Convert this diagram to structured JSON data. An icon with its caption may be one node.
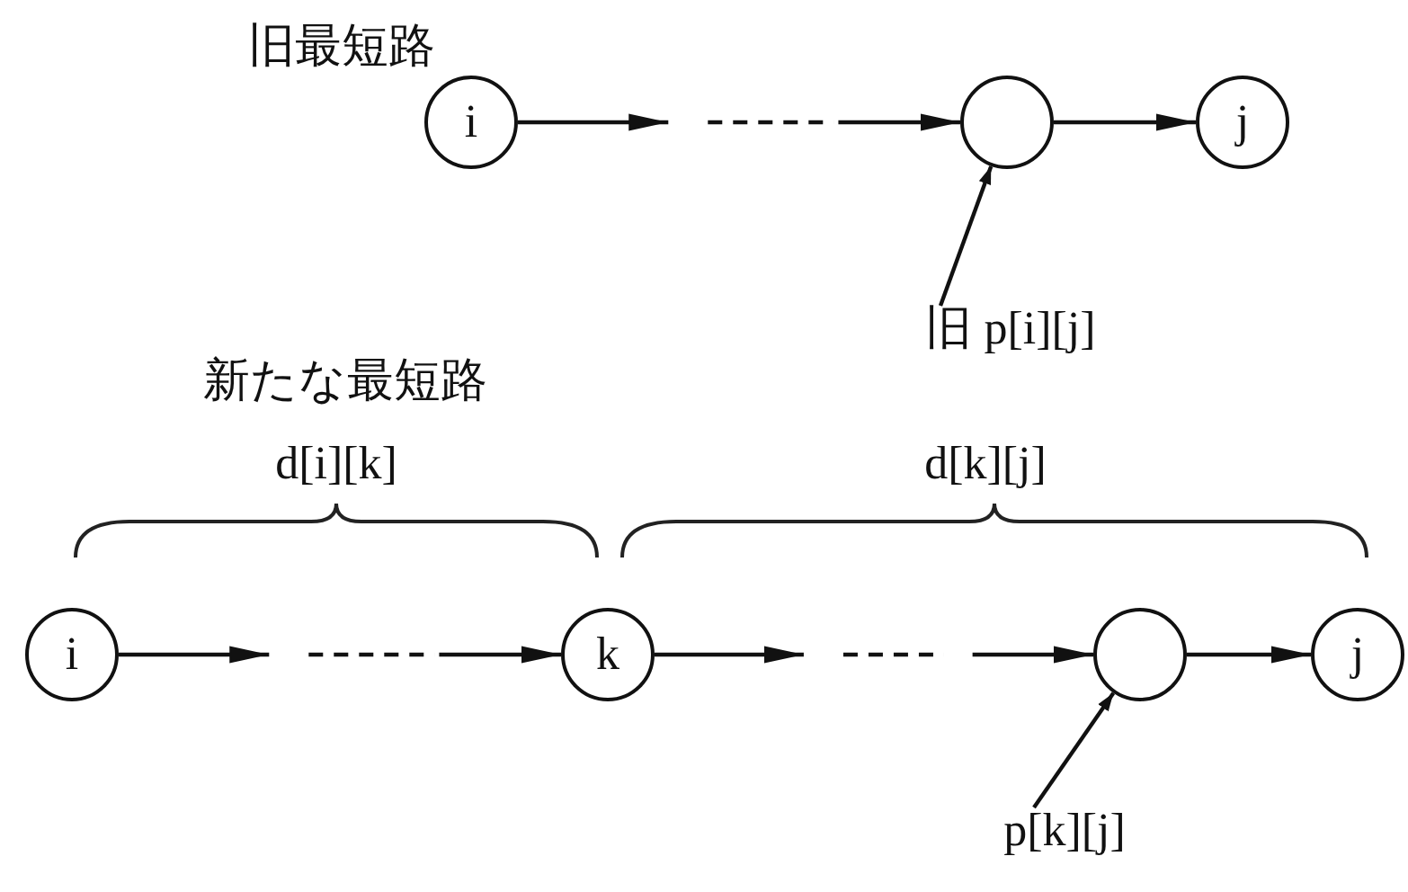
{
  "diagram": {
    "nodes": [
      {
        "text": [
          "i"
        ]
      },
      {
        "text": [],
        "shape": "circle"
      },
      {
        "text": [
          "j"
        ]
      },
      {
        "text": [
          "旧 p[i][j]"
        ]
      },
      {
        "text": [
          "i"
        ]
      },
      {
        "text": [
          "k"
        ]
      },
      {
        "text": [],
        "shape": "circle"
      },
      {
        "text": [
          "j"
        ]
      },
      {
        "text": [
          "p[k][j]"
        ]
      }
    ],
    "edges": [
      {
        "from": 0,
        "to": 1,
        "arrow": "to",
        "style": "dashed"
      },
      {
        "from": 1,
        "to": 2,
        "arrow": "to"
      },
      {
        "from": 3,
        "to": 1,
        "arrow": "to"
      },
      {
        "from": 4,
        "to": 5,
        "arrow": "to",
        "style": "dashed"
      },
      {
        "from": 5,
        "to": 6,
        "arrow": "to",
        "style": "dashed"
      },
      {
        "from": 6,
        "to": 7,
        "arrow": "to"
      },
      {
        "from": 8,
        "to": 6,
        "arrow": "to"
      }
    ],
    "labels": [
      "旧最短路",
      "新たな最短路",
      "d[i][k]",
      "d[k][j]"
    ]
  }
}
